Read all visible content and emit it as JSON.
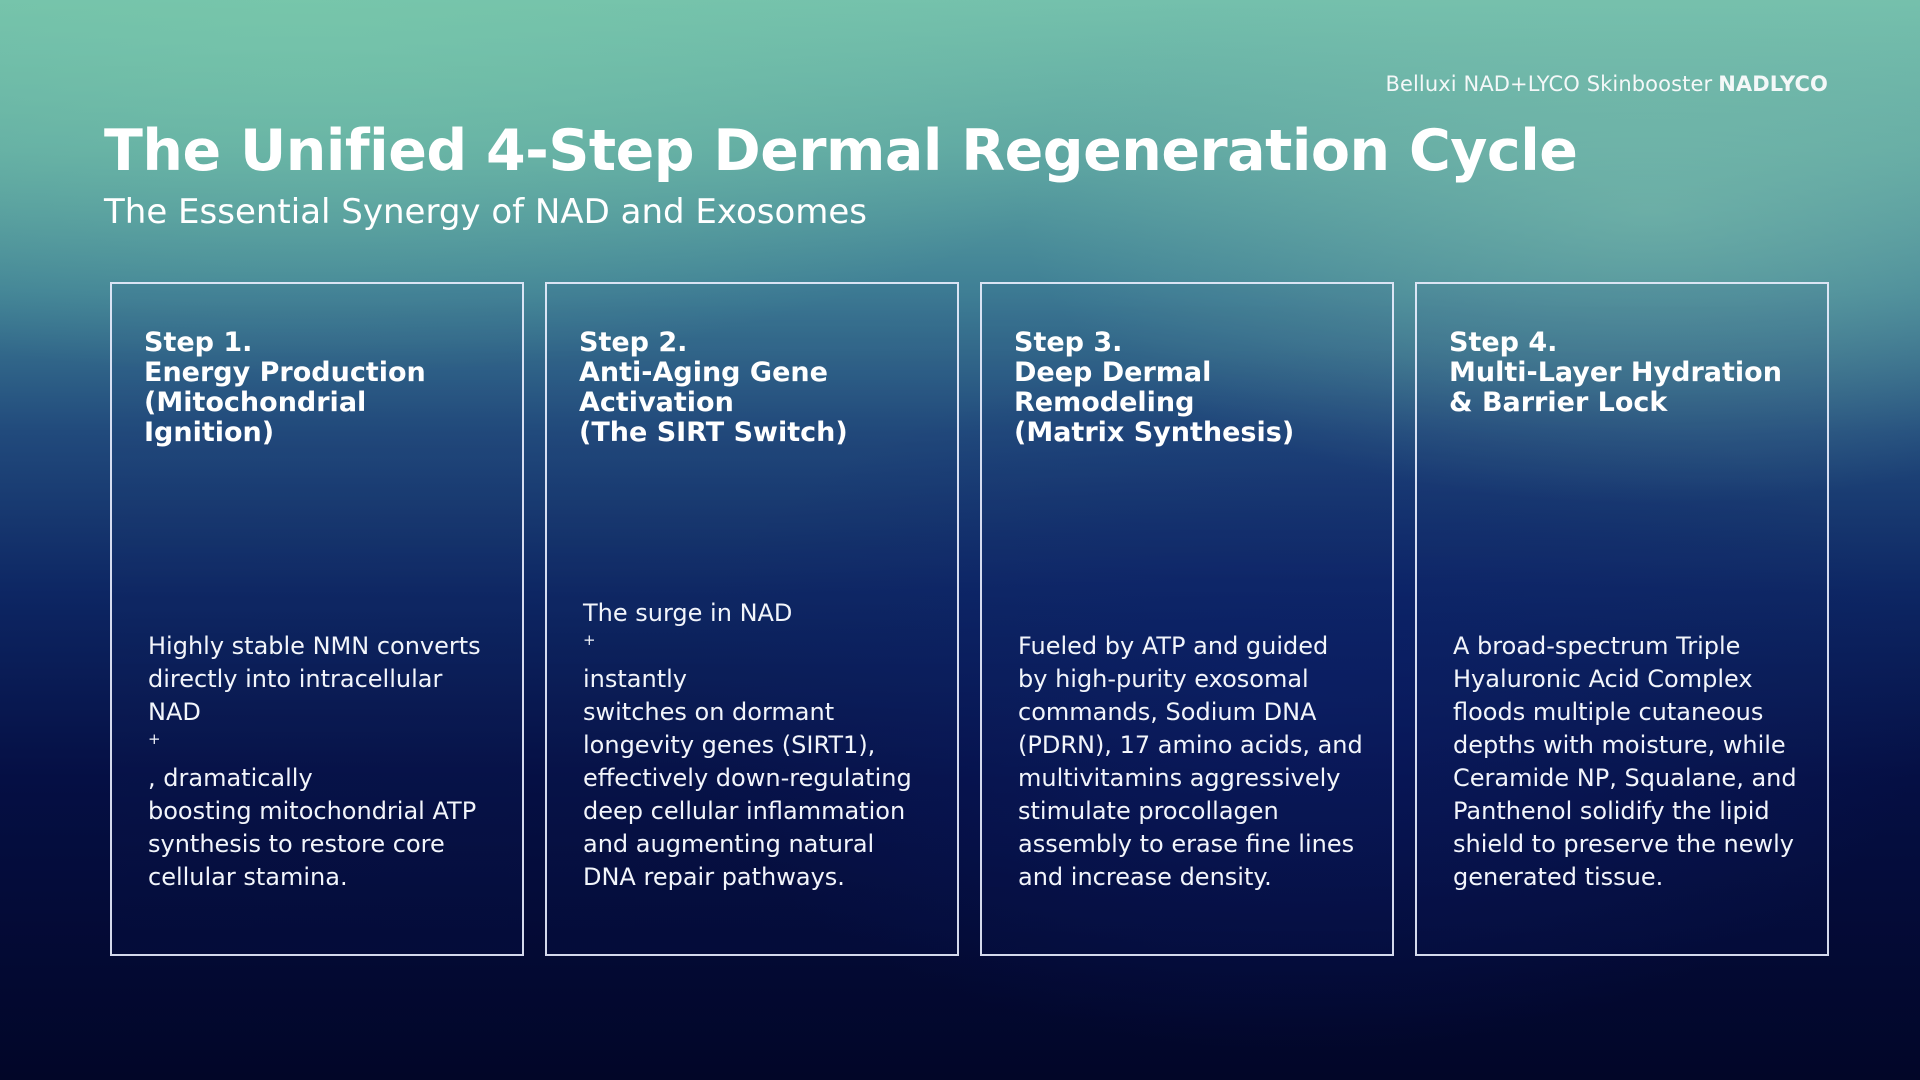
{
  "brand": {
    "text": "Belluxi NAD+LYCO Skinbooster",
    "bold": "NADLYCO"
  },
  "title": "The Unified 4-Step Dermal Regeneration Cycle",
  "subtitle": "The Essential Synergy of NAD and Exosomes",
  "steps": [
    {
      "step": "Step 1.",
      "heading_lines": [
        "Energy Production",
        "(Mitochondrial Ignition)"
      ],
      "body_lines": [
        "Highly stable NMN converts",
        "directly into intracellular",
        "NAD",
        "+",
        ", dramatically",
        "boosting mitochondrial ATP",
        "synthesis to restore core",
        "cellular stamina."
      ]
    },
    {
      "step": "Step 2.",
      "heading_lines": [
        "Anti-Aging Gene",
        "Activation",
        "(The SIRT Switch)"
      ],
      "body_lines": [
        "The surge in NAD",
        "+",
        "instantly",
        "switches on dormant",
        "longevity genes (SIRT1),",
        "effectively down-regulating",
        "deep cellular inflammation",
        "and augmenting natural",
        "DNA repair pathways."
      ]
    },
    {
      "step": "Step 3.",
      "heading_lines": [
        "Deep Dermal",
        "Remodeling",
        "(Matrix Synthesis)"
      ],
      "body_lines": [
        "Fueled by ATP and guided",
        "by high-purity exosomal",
        "commands, Sodium DNA",
        "(PDRN), 17 amino acids, and",
        "multivitamins aggressively",
        "stimulate procollagen",
        "assembly to erase fine lines",
        "and increase density."
      ]
    },
    {
      "step": "Step 4.",
      "heading_lines": [
        "Multi-Layer Hydration",
        "& Barrier Lock"
      ],
      "body_lines": [
        "A broad-spectrum Triple",
        "Hyaluronic Acid Complex",
        "floods multiple cutaneous",
        "depths with moisture, while",
        "Ceramide NP, Squalane, and",
        "Panthenol solidify the lipid",
        "shield to preserve the newly",
        "generated tissue."
      ]
    }
  ]
}
